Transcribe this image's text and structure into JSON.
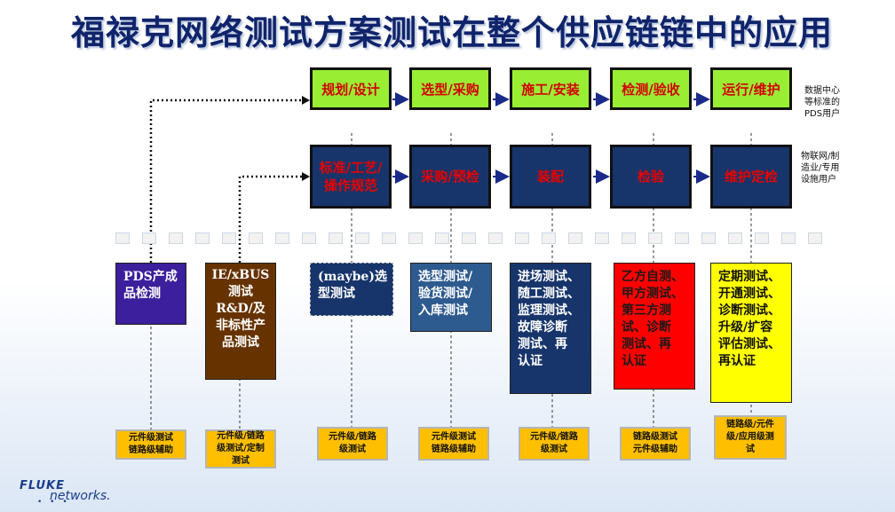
{
  "title": "福禄克网络测试方案测试在整个供应链链中的应用",
  "stages": [
    "规划/设计",
    "选型/采购",
    "施工/安装",
    "检测/验收",
    "运行/维护"
  ],
  "stage_side_label": "数据中心\n等标准的\nPDS用户",
  "steps": [
    "标准/工艺/\n操作规范",
    "采购/预检",
    "装配",
    "检验",
    "维护定检"
  ],
  "step_side_label": "物联网/制\n造业/专用\n设施用户",
  "test_boxes": [
    {
      "text": "PDS产成\n品检测",
      "color": "#3b1f9c"
    },
    {
      "text": "IE/xBUS\n测试\nR&D/及\n非标性产\n品测试",
      "color": "#663300"
    },
    {
      "text": "(maybe)选\n型测试",
      "color": "#17356b"
    },
    {
      "text": "选型测试/\n验货测试/\n入库测试",
      "color": "#2e5b8f"
    },
    {
      "text": "进场测试、\n随工测试、\n监理测试、\n故障诊断\n测试、再\n认证",
      "color": "#17356b"
    },
    {
      "text": "乙方自测、\n甲方测试、\n第三方测\n试、诊断\n测试、再\n认证",
      "color": "#ff0000"
    },
    {
      "text": "定期测试、\n开通测试、\n诊断测试、\n升级/扩容\n评估测试、\n再认证",
      "color": "#ffff00"
    }
  ],
  "level_boxes": [
    "元件级测试\n链路级辅助",
    "元件级/链路\n级测试/定制\n测试",
    "元件级/链路\n级测试",
    "元件级测试\n链路级辅助",
    "元件级/链路\n级测试",
    "链路级测试\n元件级辅助",
    "链路级/元件\n级/应用级测\n试"
  ],
  "logo": {
    "line1": "FLUKE",
    "line2": "networks."
  },
  "colors": {
    "title": "#10246b",
    "stage_fill": "#99ee33",
    "step_fill": "#17356b",
    "level_fill": "#fdbf00"
  }
}
